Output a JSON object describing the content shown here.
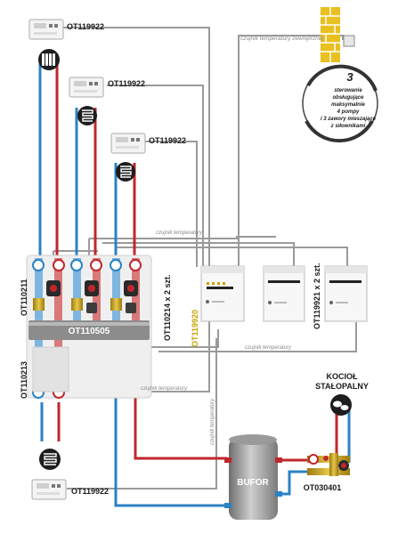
{
  "colors": {
    "supply": "#c0272d",
    "return": "#2b82c5",
    "wire": "#9a9a9a",
    "wall_brick": "#e8c020",
    "gold": "#c8a100"
  },
  "thermostats": [
    {
      "code": "OT119922",
      "icon": "radiator-icon"
    },
    {
      "code": "OT119922",
      "icon": "floor-heating-icon"
    },
    {
      "code": "OT119922",
      "icon": "floor-heating-icon"
    },
    {
      "code": "OT119922",
      "icon": "floor-heating-icon"
    }
  ],
  "sensor_labels": {
    "outdoor": "czujnik temperatury zewnętrznej",
    "top": "czujnik temperatury",
    "middle": "czujnik temperatury",
    "bottom": "czujnik temperatury",
    "vertical": "czujnik temperatury"
  },
  "badge": {
    "number": "3",
    "lines": [
      "sterowanie",
      "obsługujące",
      "maksymalnie",
      "4 pompy",
      "i 3 zawory mieszające",
      "z siłownikami"
    ]
  },
  "modules": {
    "left_top": "OT110211",
    "left_bottom": "OT110213",
    "manifold": "OT110505",
    "mixing_group": "OT110214 x 2 szt.",
    "controller": "OT119920",
    "expansion": "OT119921 x 2 szt."
  },
  "boiler": {
    "line1": "KOCIOŁ",
    "line2": "STAŁOPALNY"
  },
  "buffer": {
    "label": "BUFOR"
  },
  "valve_group": {
    "code": "OT030401"
  }
}
